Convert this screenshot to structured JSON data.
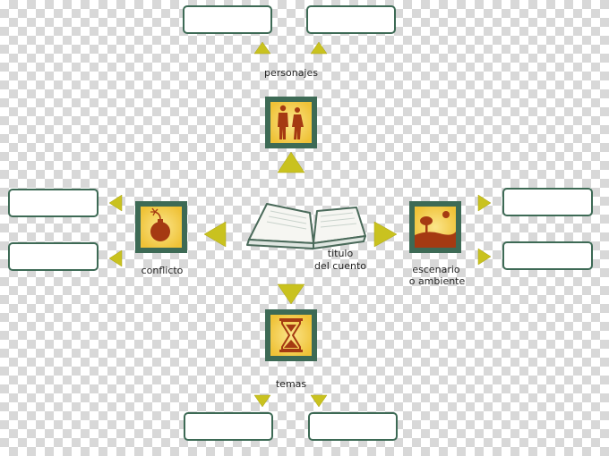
{
  "labels": {
    "personajes": "personajes",
    "titulo_line1": "titulo",
    "titulo_line2": "del cuento",
    "conflicto": "conflicto",
    "escenario_line1": "escenario",
    "escenario_line2": "o ambiente",
    "temas": "temas"
  },
  "colors": {
    "box_border": "#3d6a55",
    "arrow": "#c9c21f",
    "tile_frame": "#3d6a55",
    "tile_fill": "#f4d24a",
    "icon": "#a53a12"
  }
}
